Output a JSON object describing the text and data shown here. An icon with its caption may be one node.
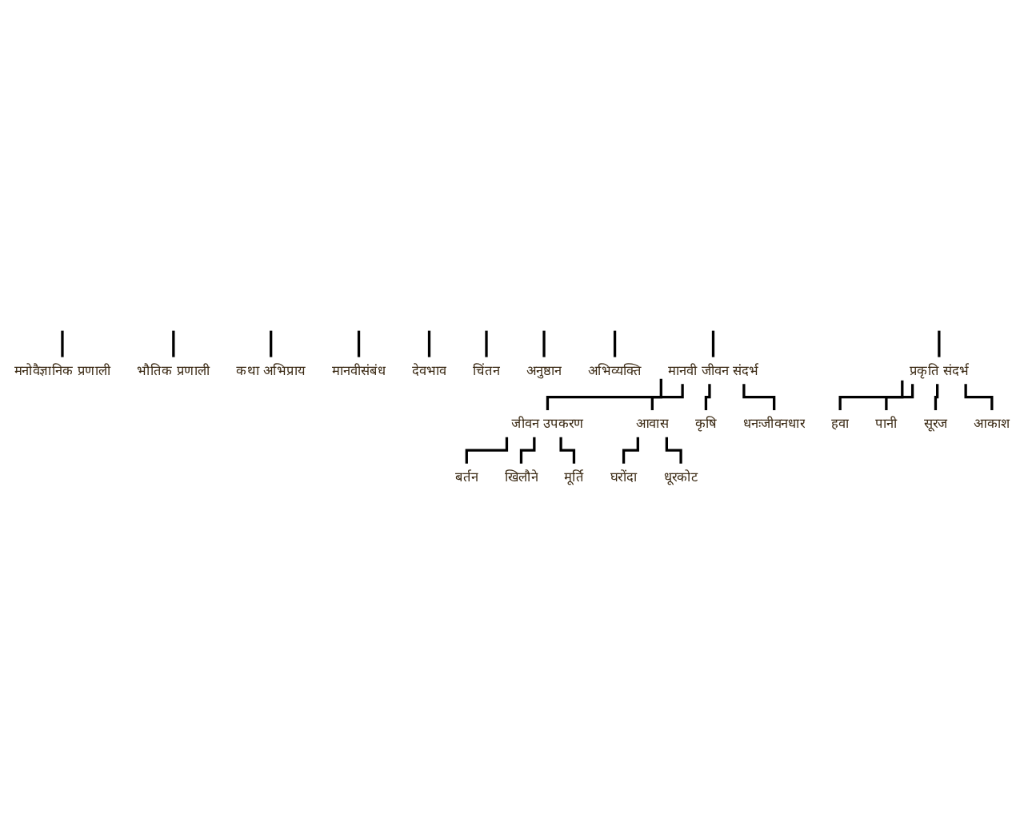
{
  "diagram": {
    "nodes": [
      {
        "text": [
          "मनोवैज्ञानिक प्रणाली"
        ]
      },
      {
        "text": [
          "भौतिक प्रणाली"
        ]
      },
      {
        "text": [
          "कथा अभिप्राय"
        ]
      },
      {
        "text": [
          "मानवीसंबंध"
        ]
      },
      {
        "text": [
          "देवभाव"
        ]
      },
      {
        "text": [
          "चिंतन"
        ]
      },
      {
        "text": [
          "अनुष्ठान"
        ]
      },
      {
        "text": [
          "अभिव्यक्ति"
        ]
      },
      {
        "text": [
          "मानवी जीवन संदर्भ"
        ]
      },
      {
        "text": [
          "प्रकृति संदर्भ"
        ]
      },
      {
        "text": [
          "जीवन उपकरण"
        ]
      },
      {
        "text": [
          "आवास"
        ]
      },
      {
        "text": [
          "कृषि"
        ]
      },
      {
        "text": [
          "धनःजीवनधार"
        ]
      },
      {
        "text": [
          "बर्तन"
        ]
      },
      {
        "text": [
          "खिलौने"
        ]
      },
      {
        "text": [
          "मूर्ति"
        ]
      },
      {
        "text": [
          "घरोंदा"
        ]
      },
      {
        "text": [
          "धूरकोट"
        ]
      },
      {
        "text": [
          "हवा"
        ]
      },
      {
        "text": [
          "पानी"
        ]
      },
      {
        "text": [
          "सूरज"
        ]
      },
      {
        "text": [
          "आकाश"
        ]
      }
    ],
    "edges": [
      {
        "from": null,
        "to": 0,
        "arrow": "none"
      },
      {
        "from": null,
        "to": 1,
        "arrow": "none"
      },
      {
        "from": null,
        "to": 2,
        "arrow": "none"
      },
      {
        "from": null,
        "to": 3,
        "arrow": "none"
      },
      {
        "from": null,
        "to": 4,
        "arrow": "none"
      },
      {
        "from": null,
        "to": 5,
        "arrow": "none"
      },
      {
        "from": null,
        "to": 6,
        "arrow": "none"
      },
      {
        "from": null,
        "to": 7,
        "arrow": "none"
      },
      {
        "from": null,
        "to": 8,
        "arrow": "none"
      },
      {
        "from": null,
        "to": 9,
        "arrow": "none"
      },
      {
        "from": 8,
        "to": 10,
        "arrow": "none"
      },
      {
        "from": 8,
        "to": 11,
        "arrow": "none"
      },
      {
        "from": 8,
        "to": 12,
        "arrow": "none"
      },
      {
        "from": 8,
        "to": 13,
        "arrow": "none"
      },
      {
        "from": 10,
        "to": 14,
        "arrow": "none"
      },
      {
        "from": 10,
        "to": 15,
        "arrow": "none"
      },
      {
        "from": 10,
        "to": 16,
        "arrow": "none"
      },
      {
        "from": 11,
        "to": 17,
        "arrow": "none"
      },
      {
        "from": 11,
        "to": 18,
        "arrow": "none"
      },
      {
        "from": 9,
        "to": 19,
        "arrow": "none"
      },
      {
        "from": 9,
        "to": 20,
        "arrow": "none"
      },
      {
        "from": 9,
        "to": 21,
        "arrow": "none"
      },
      {
        "from": 9,
        "to": 22,
        "arrow": "none"
      }
    ]
  }
}
